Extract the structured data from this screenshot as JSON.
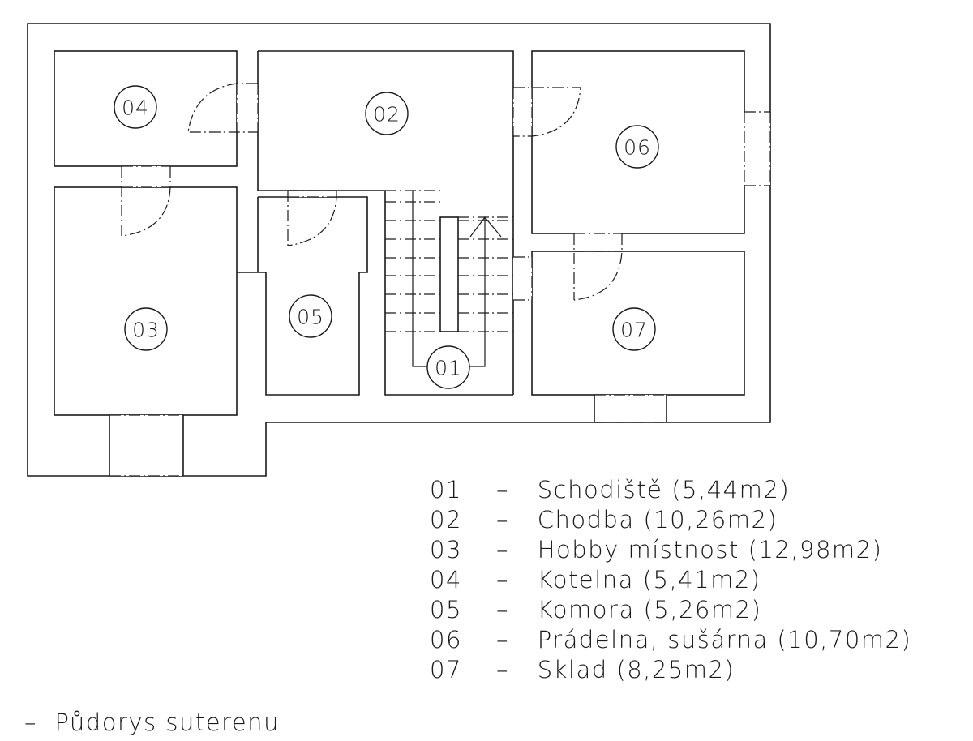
{
  "plan": {
    "title": "Půdorys suterenu",
    "title_prefix": "–",
    "rooms": [
      {
        "id": "01",
        "name": "Schodiště",
        "area": "5,44m2"
      },
      {
        "id": "02",
        "name": "Chodba",
        "area": "10,26m2"
      },
      {
        "id": "03",
        "name": "Hobby místnost",
        "area": "12,98m2"
      },
      {
        "id": "04",
        "name": "Kotelna",
        "area": "5,41m2"
      },
      {
        "id": "05",
        "name": "Komora",
        "area": "5,26m2"
      },
      {
        "id": "06",
        "name": "Prádelna, sušárna",
        "area": "10,70m2"
      },
      {
        "id": "07",
        "name": "Sklad",
        "area": "8,25m2"
      }
    ],
    "legend_separator": "–"
  }
}
